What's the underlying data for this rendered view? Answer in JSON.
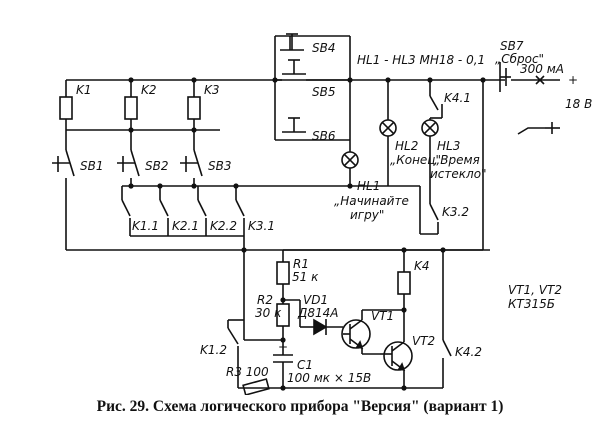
{
  "caption": "Рис. 29. Схема логического прибора \"Версия\" (вариант 1)",
  "labels": {
    "K1": "K1",
    "K2": "K2",
    "K3": "K3",
    "K4": "K4",
    "SB1": "SB1",
    "SB2": "SB2",
    "SB3": "SB3",
    "SB4": "SB4",
    "SB5": "SB5",
    "SB6": "SB6",
    "SB7": "SB7",
    "sb7_name": "„Сброс\"",
    "hl_spec": "HL1 - HL3  МН18 - 0,1",
    "current": "300 мА",
    "plus": "+",
    "voltage": "18 В",
    "HL1": "HL1",
    "HL1_name_1": "„Начинайте",
    "HL1_name_2": "игру\"",
    "HL2": "HL2",
    "HL2_name": "„Конец\"",
    "HL3": "HL3",
    "HL3_name_1": "„Время",
    "HL3_name_2": "истекло\"",
    "K4_1": "K4.1",
    "K3_2": "K3.2",
    "K1_1": "K1.1",
    "K2_1": "K2.1",
    "K2_2": "K2.2",
    "K3_1": "K3.1",
    "K1_2": "K1.2",
    "K4_2": "K4.2",
    "R1": "R1",
    "R1_val": "51 к",
    "R2": "R2",
    "R2_val": "30 к",
    "R3": "R3 100",
    "VD1": "VD1",
    "VD1_val": "Д814А",
    "C1": "C1",
    "C1_val": "100 мк × 15В",
    "VT1": "VT1",
    "VT2": "VT2",
    "transistors": "VT1, VT2",
    "transistor_type": "КТ315Б",
    "cap_plus": "+"
  }
}
